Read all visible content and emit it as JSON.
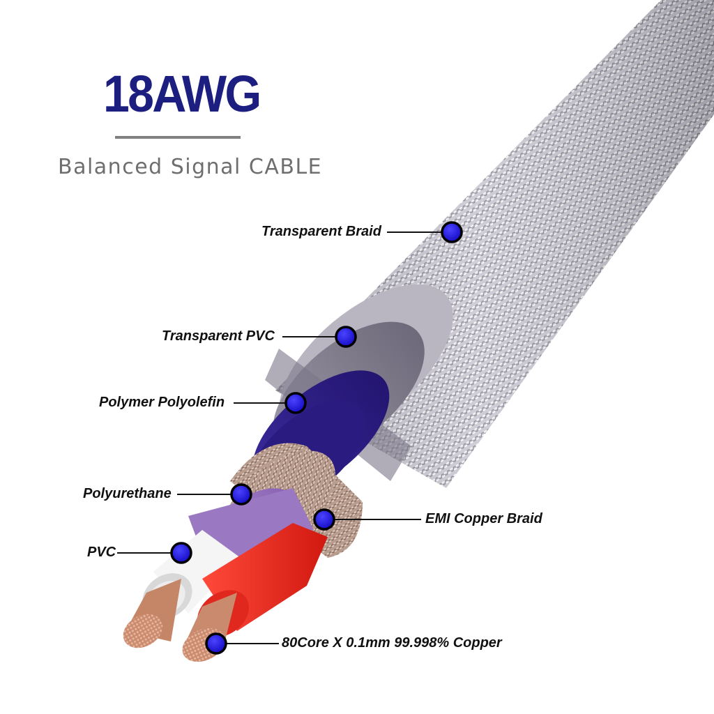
{
  "header": {
    "title": "18AWG",
    "subtitle": "Balanced Signal CABLE"
  },
  "colors": {
    "title": "#1d1f80",
    "marker": "#1a10e0",
    "braid": "#c4c2cc",
    "pvc_jacket": "#8a8594",
    "polyolefin": "#2e1e8a",
    "copper_braid": "#b89a8a",
    "polyurethane": "#a583c9",
    "white_pvc": "#f2f2f2",
    "red_pvc": "#f02a22",
    "copper": "#c98a6e"
  },
  "callouts": [
    {
      "id": "transparent-braid",
      "label": "Transparent Braid"
    },
    {
      "id": "transparent-pvc",
      "label": "Transparent PVC"
    },
    {
      "id": "polymer-polyolefin",
      "label": "Polymer Polyolefin"
    },
    {
      "id": "polyurethane",
      "label": "Polyurethane"
    },
    {
      "id": "emi-copper-braid",
      "label": "EMI Copper Braid"
    },
    {
      "id": "pvc",
      "label": "PVC"
    },
    {
      "id": "copper-core",
      "label": "80Core X 0.1mm 99.998% Copper"
    }
  ]
}
